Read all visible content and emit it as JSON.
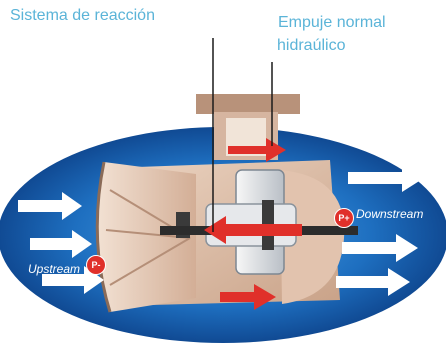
{
  "labels": {
    "reaction_system": "Sistema de reacción",
    "normal_thrust_line1": "Empuje normal",
    "normal_thrust_line2": "hidraúlico",
    "upstream": "Upstream",
    "downstream": "Downstream",
    "p_minus": "P-",
    "p_plus": "P+"
  },
  "colors": {
    "label_text": "#5bb4d8",
    "background_blue": "#1e6fc0",
    "arrow_red": "#e0302a",
    "flow_arrow": "#ffffff",
    "body_beige": "#d8b9a4"
  }
}
